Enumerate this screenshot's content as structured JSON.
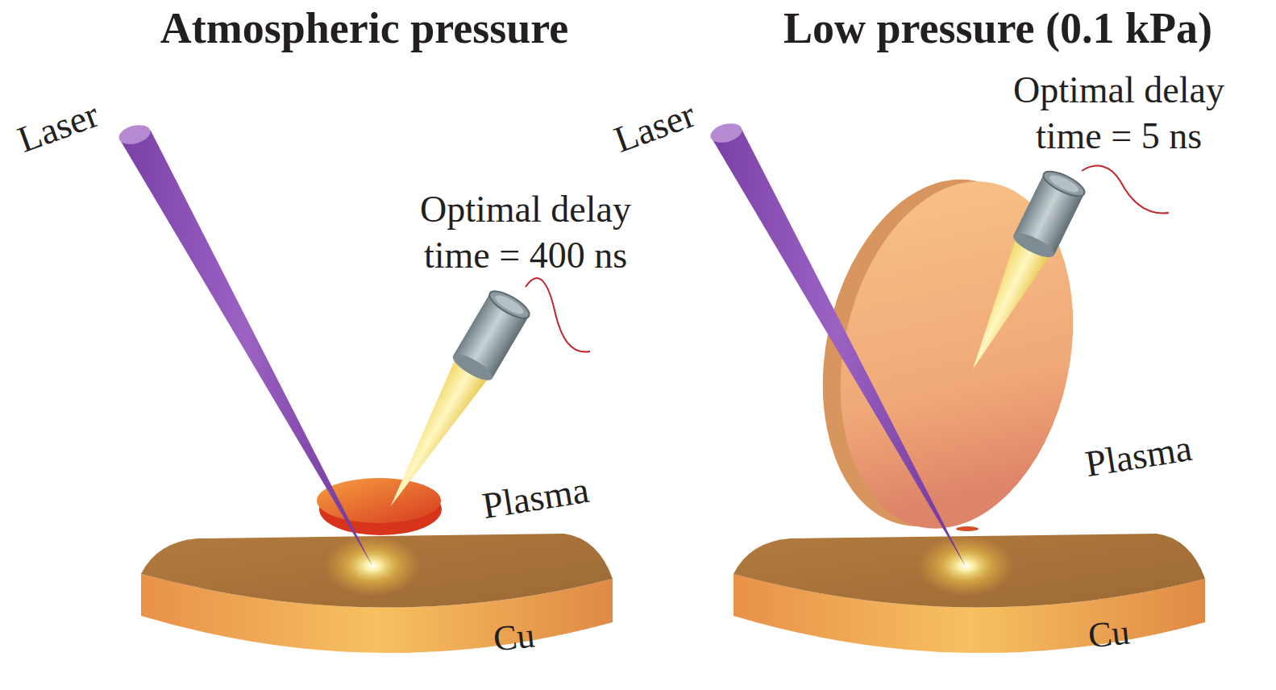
{
  "diagram": {
    "labels": [
      "Atmospheric pressure",
      "Low pressure (0.1 kPa)",
      "Laser",
      "Optimal delay time = 400 ns",
      "Plasma",
      "Cu",
      "Laser",
      "Optimal delay time = 5 ns",
      "Plasma",
      "Cu"
    ]
  }
}
